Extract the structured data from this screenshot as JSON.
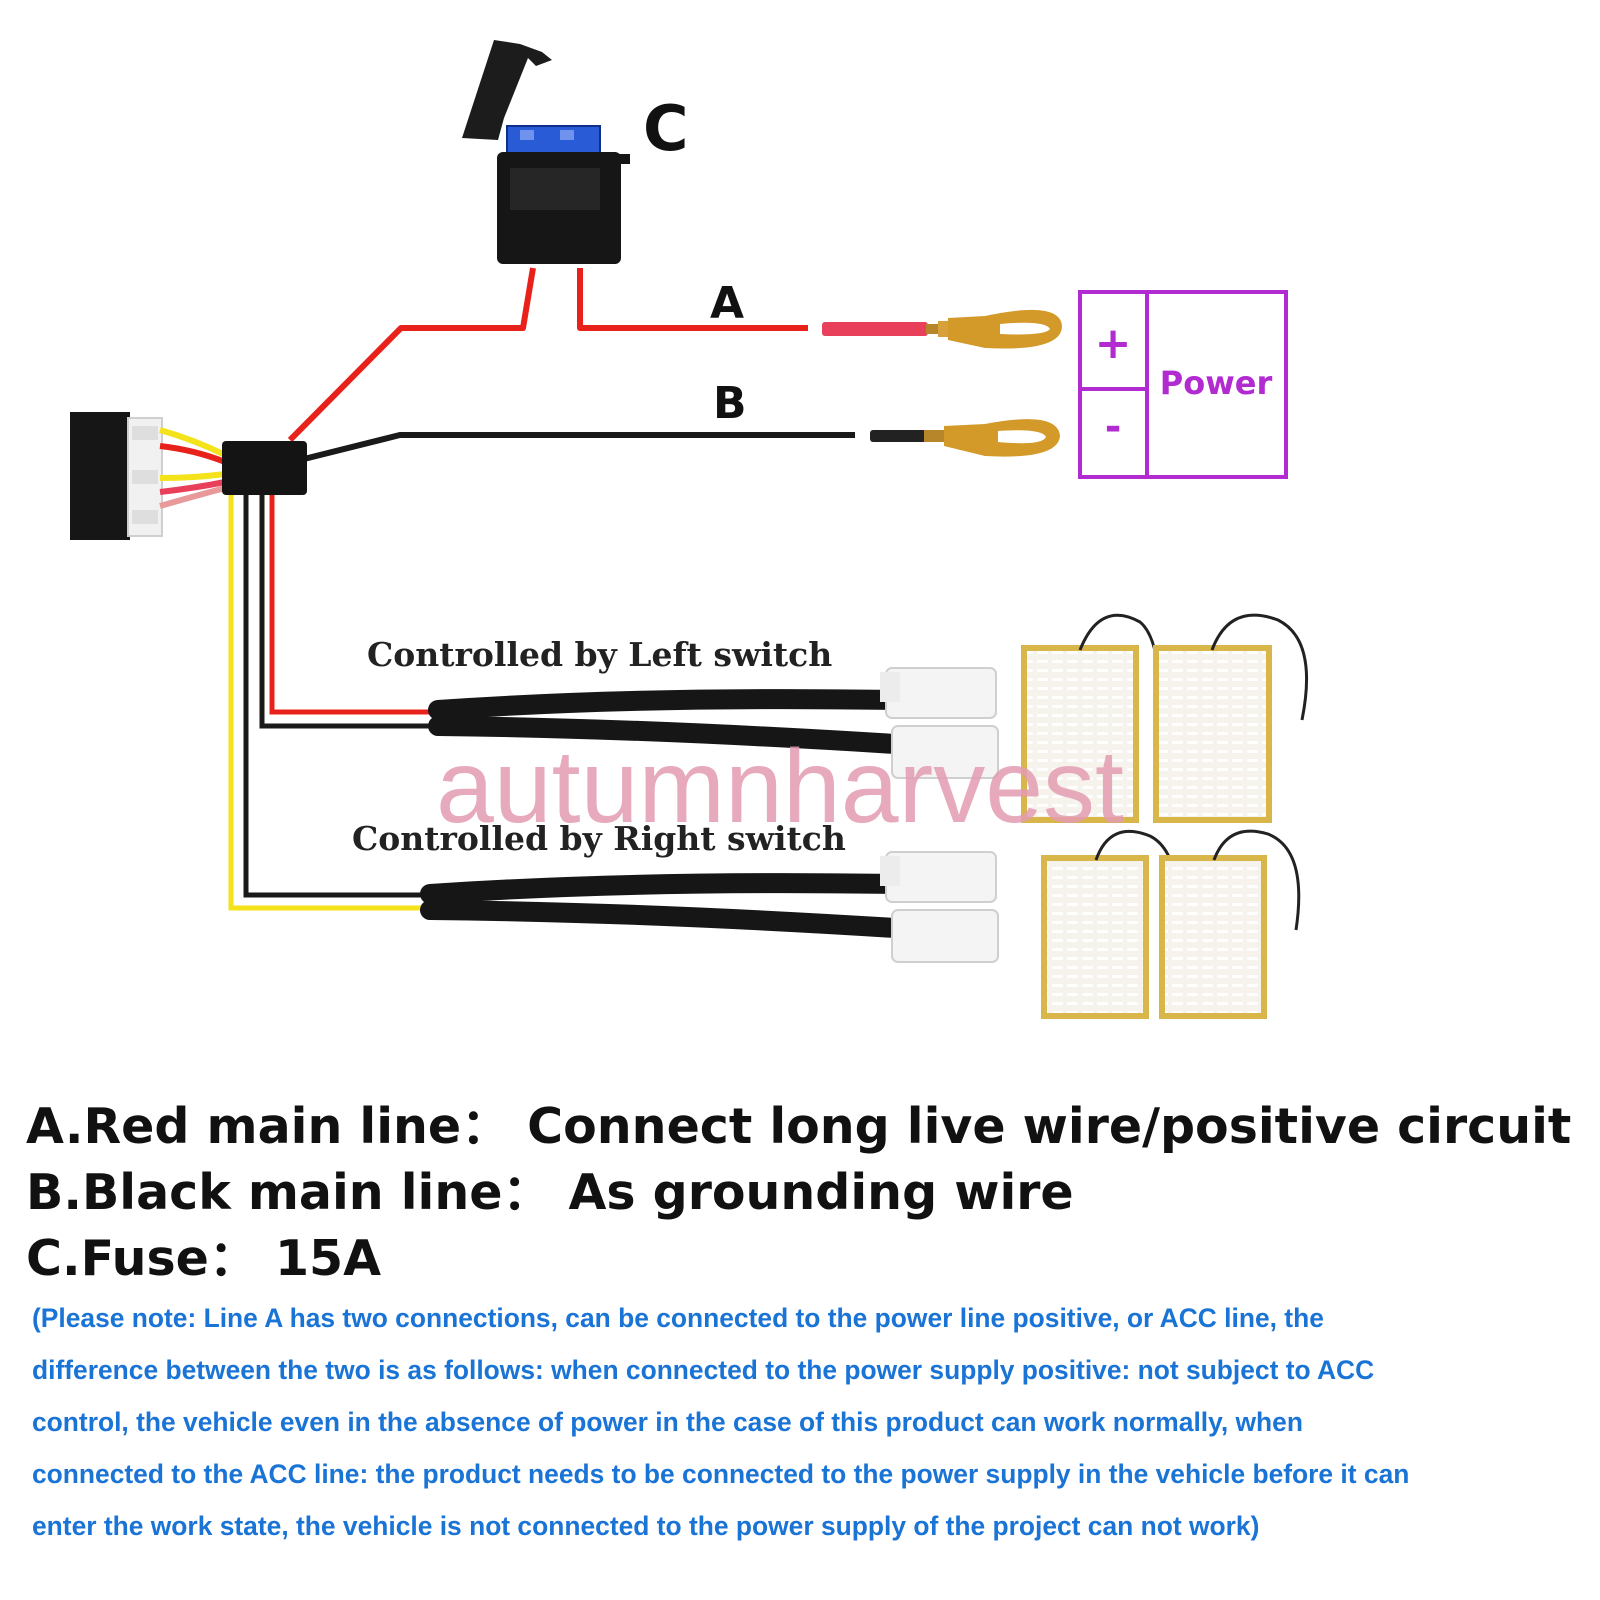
{
  "diagram": {
    "label_a": "A",
    "label_b": "B",
    "label_c": "C",
    "power_plus": "+",
    "power_minus": "-",
    "power_label": "Power",
    "left_switch_label": "Controlled by Left switch",
    "right_switch_label": "Controlled by Right switch",
    "watermark": "autumnharvest",
    "colors": {
      "red_wire": "#e8221b",
      "black_wire": "#1a1a1a",
      "yellow_wire": "#f4e21a",
      "power_box": "#b12bd1",
      "fuse_blue": "#2a5bd6",
      "terminal_gold": "#d39a2a",
      "pad_border": "#d8b64a",
      "watermark": "#e39bb0",
      "note_text": "#1a74d6"
    }
  },
  "legend": {
    "line_a": "A.Red main line： Connect long live wire/positive circuit",
    "line_b": "B.Black main line： As grounding wire",
    "line_c": "C.Fuse： 15A"
  },
  "note": {
    "line1": "(Please note: Line A has two connections, can be connected to the power line positive, or ACC line, the",
    "line2": "difference between the two is as follows: when connected to the power supply positive: not subject to ACC",
    "line3": "control, the vehicle even in the absence of power in the case of this product can work normally, when",
    "line4": "connected to the ACC line: the product needs to be connected to the power supply in the vehicle before it can",
    "line5": "enter the work state, the vehicle is not connected to the power supply of the project can not work)"
  }
}
